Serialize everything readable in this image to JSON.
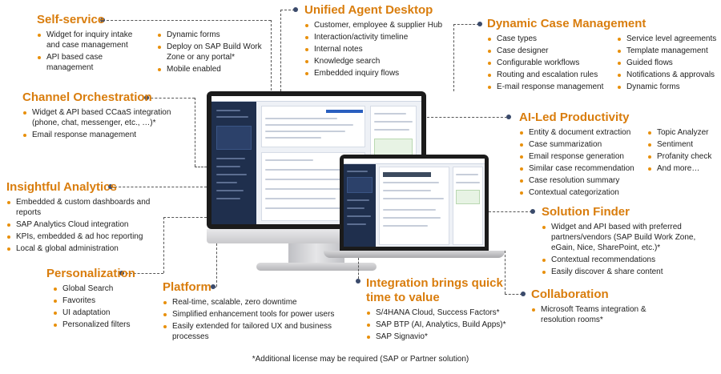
{
  "sections": {
    "self_service": {
      "title": "Self-service",
      "col1": [
        "Widget for inquiry intake and case management",
        "API based case management"
      ],
      "col2": [
        "Dynamic forms",
        "Deploy on SAP Build Work Zone or any portal*",
        "Mobile enabled"
      ]
    },
    "unified_agent_desktop": {
      "title": "Unified Agent Desktop",
      "items": [
        "Customer, employee & supplier Hub",
        "Interaction/activity timeline",
        "Internal notes",
        "Knowledge search",
        "Embedded inquiry flows"
      ]
    },
    "dynamic_case_management": {
      "title": "Dynamic Case Management",
      "col1": [
        "Case types",
        "Case designer",
        "Configurable workflows",
        "Routing and escalation rules",
        "E-mail response management"
      ],
      "col2": [
        "Service level agreements",
        "Template management",
        "Guided flows",
        "Notifications & approvals",
        "Dynamic forms"
      ]
    },
    "channel_orchestration": {
      "title": "Channel Orchestration",
      "items": [
        "Widget & API based CCaaS integration (phone, chat, messenger, etc., …)*",
        "Email response management"
      ]
    },
    "ai_led_productivity": {
      "title": "AI-Led Productivity",
      "col1": [
        "Entity & document extraction",
        "Case summarization",
        "Email response generation",
        "Similar case recommendation",
        "Case resolution summary",
        "Contextual categorization"
      ],
      "col2": [
        "Topic Analyzer",
        "Sentiment",
        "Profanity check",
        "And more…"
      ]
    },
    "insightful_analytics": {
      "title": "Insightful Analytics",
      "items": [
        "Embedded & custom dashboards and reports",
        "SAP Analytics Cloud integration",
        "KPIs, embedded & ad hoc reporting",
        "Local & global administration"
      ]
    },
    "solution_finder": {
      "title": "Solution Finder",
      "items": [
        "Widget and API based with preferred partners/vendors (SAP Build Work Zone, eGain, Nice, SharePoint, etc.)*",
        "Contextual recommendations",
        "Easily discover & share content"
      ]
    },
    "personalization": {
      "title": "Personalization",
      "items": [
        "Global Search",
        "Favorites",
        "UI adaptation",
        "Personalized filters"
      ]
    },
    "platform": {
      "title": "Platform",
      "items": [
        "Real-time, scalable, zero downtime",
        "Simplified enhancement tools for power users",
        "Easily extended for tailored UX and business processes"
      ]
    },
    "integration": {
      "title": "Integration brings quick time to value",
      "items": [
        "S/4HANA Cloud, Success Factors*",
        "SAP BTP (AI, Analytics, Build Apps)*",
        "SAP Signavio*"
      ]
    },
    "collaboration": {
      "title": "Collaboration",
      "items": [
        "Microsoft Teams integration & resolution rooms*"
      ]
    }
  },
  "footnote": "*Additional license may be required  (SAP or Partner solution)",
  "colors": {
    "accent": "#d97d0d",
    "bullet": "#e8900c",
    "dot": "#3a4a6b",
    "navy": "#1f2f4d"
  }
}
